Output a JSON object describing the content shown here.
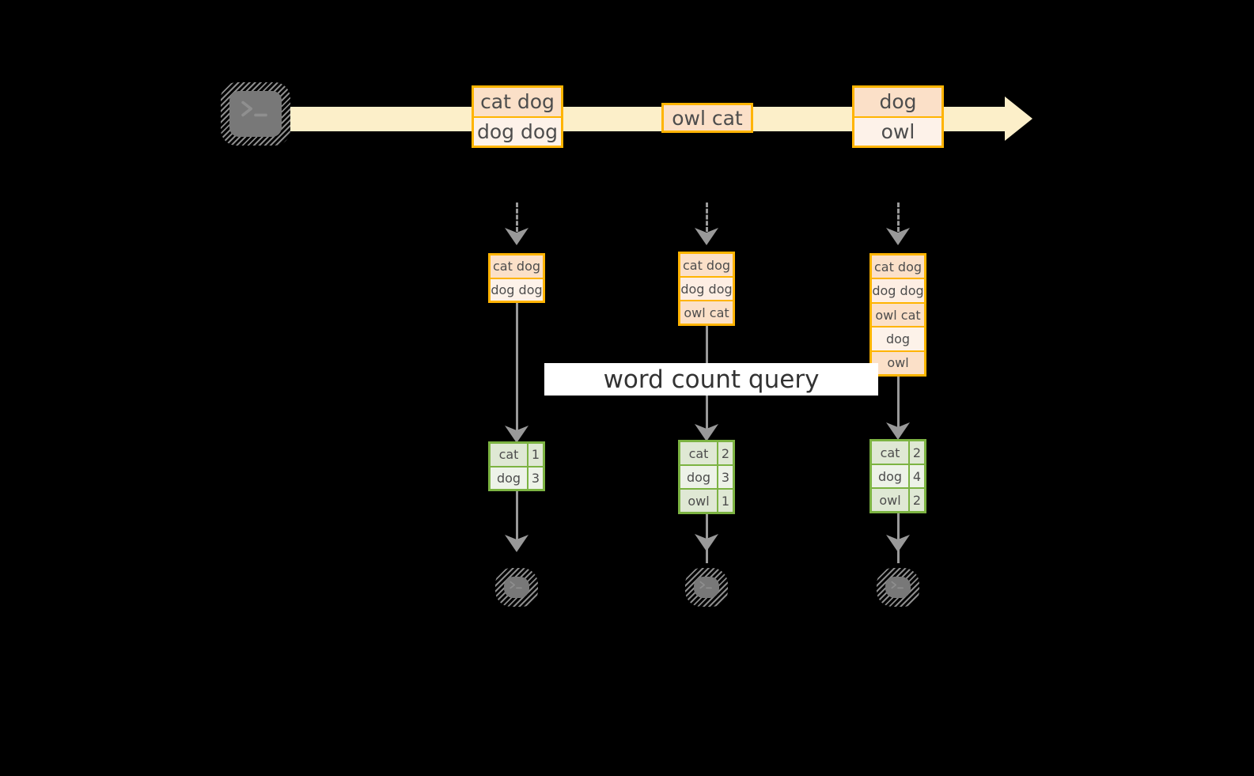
{
  "diagram": {
    "query_label": "word count query",
    "colors": {
      "background": "#000000",
      "stream_band": "#FCEFC9",
      "record_border": "#FFB400",
      "record_fill_dark": "#FBE0C8",
      "record_fill_light": "#FDF2E9",
      "table_border": "#7CB342",
      "table_fill_dark": "#DFE8D4",
      "table_fill_light": "#EDF2E8",
      "connector": "#999999",
      "terminal_fill": "#787878",
      "query_band": "#FFFFFF"
    },
    "source_terminal": {
      "icon": "terminal-prompt-icon"
    },
    "stream_records": [
      {
        "lines": [
          "cat dog",
          "dog dog"
        ]
      },
      {
        "lines": [
          "owl cat"
        ]
      },
      {
        "lines": [
          "dog",
          "owl"
        ]
      }
    ],
    "snapshots": [
      {
        "input_lines": [
          "cat dog",
          "dog dog"
        ],
        "results": {
          "rows": [
            {
              "word": "cat",
              "count": "1"
            },
            {
              "word": "dog",
              "count": "3"
            }
          ]
        },
        "sink": {
          "icon": "terminal-prompt-icon"
        }
      },
      {
        "input_lines": [
          "cat dog",
          "dog dog",
          "owl cat"
        ],
        "results": {
          "rows": [
            {
              "word": "cat",
              "count": "2"
            },
            {
              "word": "dog",
              "count": "3"
            },
            {
              "word": "owl",
              "count": "1"
            }
          ]
        },
        "sink": {
          "icon": "terminal-prompt-icon"
        }
      },
      {
        "input_lines": [
          "cat dog",
          "dog dog",
          "owl cat",
          "dog",
          "owl"
        ],
        "results": {
          "rows": [
            {
              "word": "cat",
              "count": "2"
            },
            {
              "word": "dog",
              "count": "4"
            },
            {
              "word": "owl",
              "count": "2"
            }
          ]
        },
        "sink": {
          "icon": "terminal-prompt-icon"
        }
      }
    ]
  }
}
